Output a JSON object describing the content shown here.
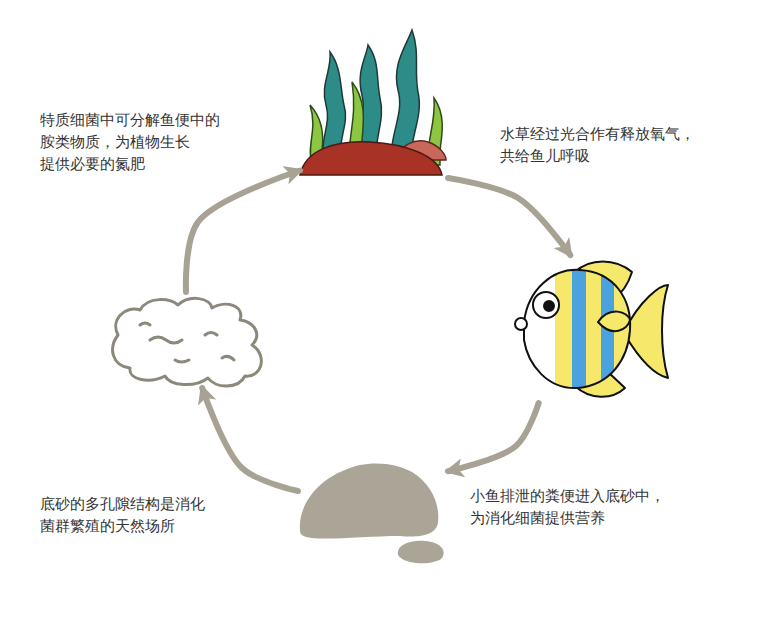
{
  "diagram": {
    "nodes": [
      {
        "text": [
          "水草经过光合作有释放氧气， 共给鱼儿呼吸"
        ]
      },
      {
        "text": [
          "小鱼排泄的粪便进入底砂中， 为消化细菌提供营养"
        ]
      },
      {
        "text": [
          "底砂的多孔隙结构是消化 菌群繁殖的天然场所"
        ]
      },
      {
        "text": [
          "特质细菌中可分解鱼便中的 胺类物质，为植物生长 提供必要的氮肥"
        ]
      }
    ],
    "edges": [
      {
        "from": 0,
        "to": 1,
        "arrow": "to"
      },
      {
        "from": 1,
        "to": 2,
        "arrow": "to"
      },
      {
        "from": 2,
        "to": 3,
        "arrow": "to"
      },
      {
        "from": 3,
        "to": 0,
        "arrow": "to"
      }
    ]
  }
}
